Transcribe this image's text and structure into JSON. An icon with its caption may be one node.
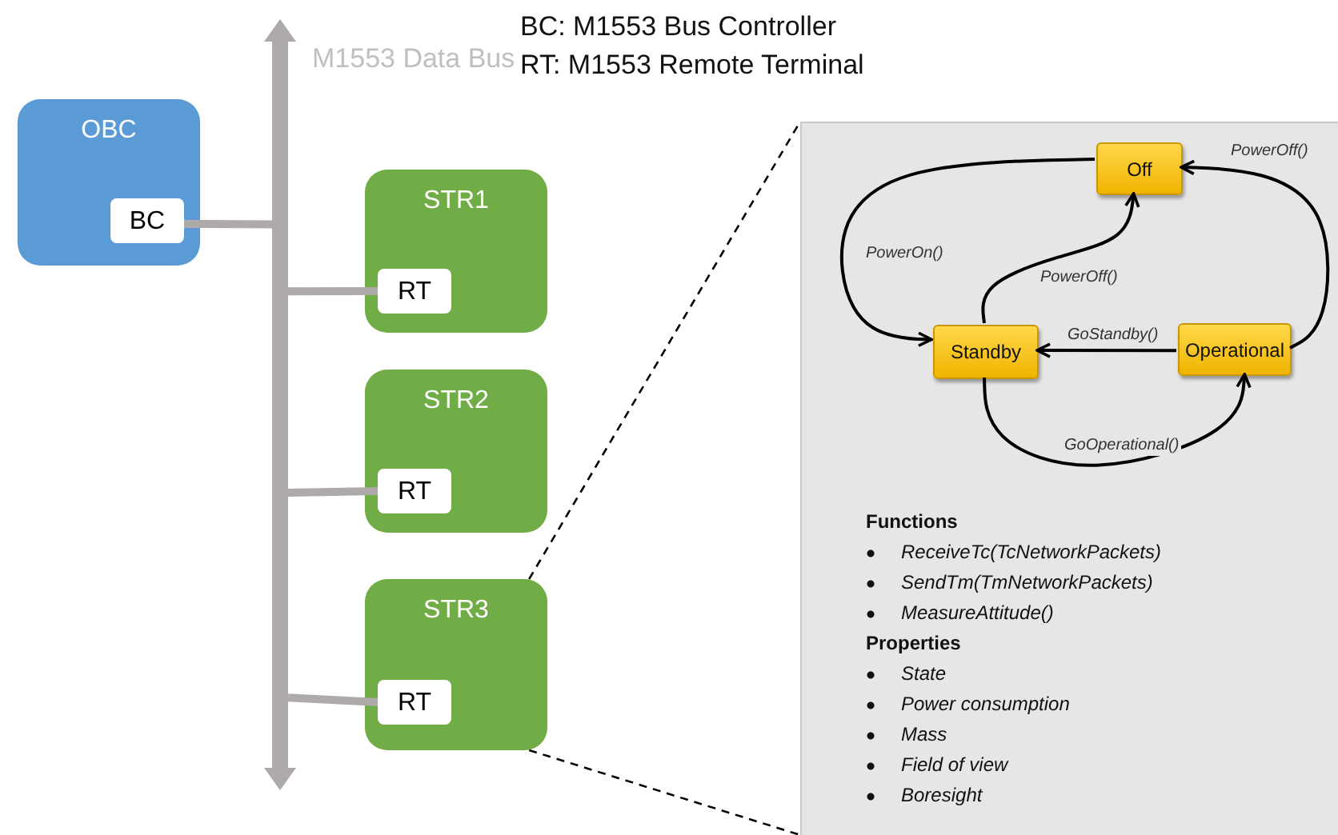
{
  "diagram": {
    "nodes": [
      {
        "text": [
          "OBC"
        ]
      },
      {
        "text": [
          "BC"
        ],
        "in": 0
      },
      {
        "text": [
          "STR1"
        ]
      },
      {
        "text": [
          "RT"
        ],
        "in": 2
      },
      {
        "text": [
          "STR2"
        ]
      },
      {
        "text": [
          "RT"
        ],
        "in": 4
      },
      {
        "text": [
          "STR3"
        ]
      },
      {
        "text": [
          "RT"
        ],
        "in": 6
      },
      {
        "text": [],
        "shape": "bar",
        "beside": [
          "M1553 Data Bus"
        ]
      },
      {
        "text": [
          "Functions",
          "ReceiveTc(TcNetworkPackets)",
          "SendTm(TmNetworkPackets)",
          "MeasureAttitude()",
          "Properties",
          "State",
          "Power consumption",
          "Mass",
          "Field of view",
          "Boresight"
        ]
      },
      {
        "text": [
          "Off"
        ],
        "in": 9
      },
      {
        "text": [
          "Standby"
        ],
        "in": 9
      },
      {
        "text": [
          "Operational"
        ],
        "in": 9
      }
    ],
    "edges": [
      {
        "from": 1,
        "to": 8,
        "arrow": "none",
        "style": "thick",
        "color": "#aeaaaa"
      },
      {
        "from": 8,
        "to": 3,
        "arrow": "none",
        "style": "thick",
        "color": "#aeaaaa"
      },
      {
        "from": 8,
        "to": 5,
        "arrow": "none",
        "style": "thick",
        "color": "#aeaaaa"
      },
      {
        "from": 8,
        "to": 7,
        "arrow": "none",
        "style": "thick",
        "color": "#aeaaaa"
      },
      {
        "from": 6,
        "to": 9,
        "arrow": "none",
        "style": "dashed"
      },
      {
        "from": 6,
        "to": 9,
        "arrow": "none",
        "style": "dashed"
      },
      {
        "from": 10,
        "to": 11,
        "arrow": "to",
        "label": "PowerOn()"
      },
      {
        "from": 11,
        "to": 10,
        "arrow": "to",
        "label": "PowerOff()"
      },
      {
        "from": 12,
        "to": 10,
        "arrow": "to",
        "label": "PowerOff()"
      },
      {
        "from": 12,
        "to": 11,
        "arrow": "to",
        "label": "GoStandby()"
      },
      {
        "from": 11,
        "to": 12,
        "arrow": "to",
        "label": "GoOperational()"
      }
    ],
    "labels": [
      "BC: M1553 Bus Controller",
      "RT: M1553 Remote Terminal"
    ]
  }
}
